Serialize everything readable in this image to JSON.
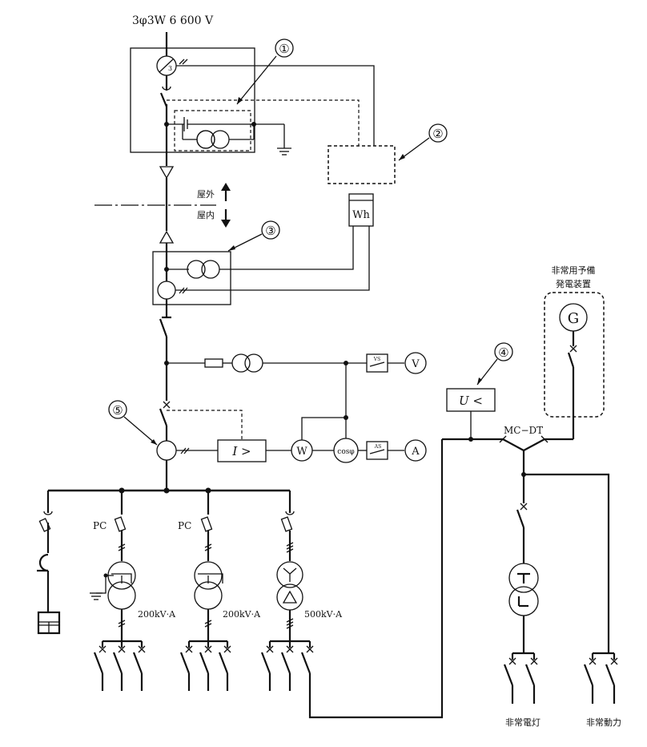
{
  "supply_label": "3φ3W  6 600 V",
  "callouts": [
    "①",
    "②",
    "③",
    "④",
    "⑤"
  ],
  "outdoor_label": "屋外",
  "indoor_label": "屋内",
  "meter_wh": "Wh",
  "relay_overcurrent": "I >",
  "relay_undervoltage": "U <",
  "instruments": {
    "voltmeter": "V",
    "ammeter": "A",
    "wattmeter": "W",
    "power_factor": "cosφ",
    "voltmeter_switch": "VS",
    "ammeter_switch": "AS"
  },
  "pc_labels": [
    "PC",
    "PC"
  ],
  "transformer_ratings": [
    "200kV·A",
    "200kV·A",
    "500kV·A"
  ],
  "generator": {
    "title_line1": "非常用予備",
    "title_line2": "発電装置",
    "symbol": "G"
  },
  "transfer_switch_label": "MC−DT",
  "zct_ratio": "3",
  "emergency_lighting_label": "非常電灯",
  "emergency_power_label": "非常動力"
}
